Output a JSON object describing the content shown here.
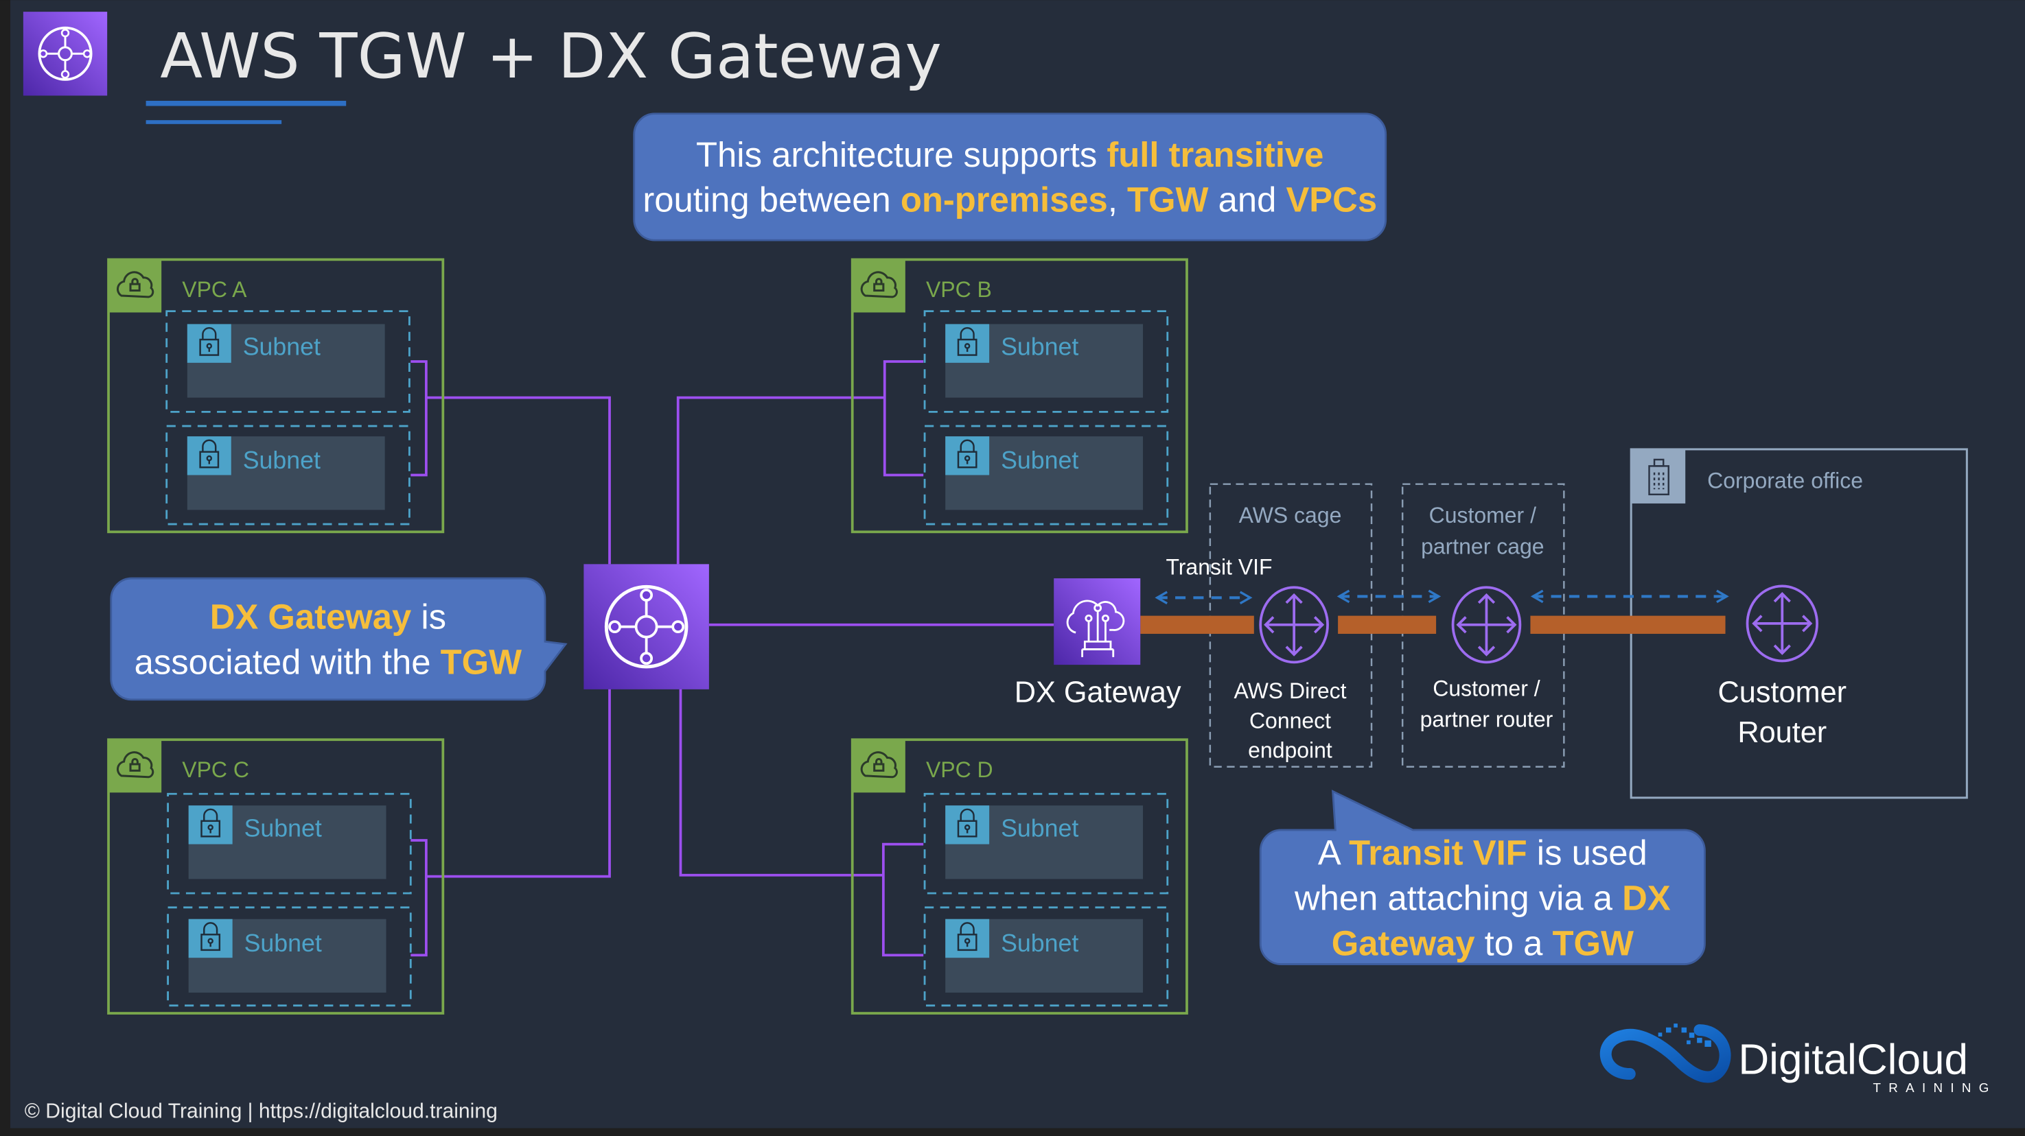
{
  "header": {
    "title": "AWS TGW + DX Gateway",
    "icon": "transit-gateway-icon"
  },
  "callouts": {
    "top": {
      "line1": [
        {
          "text": "This architecture supports ",
          "highlight": false
        },
        {
          "text": "full transitive",
          "highlight": true
        }
      ],
      "line2": [
        {
          "text": "routing between ",
          "highlight": false
        },
        {
          "text": "on-premises",
          "highlight": true
        },
        {
          "text": ", ",
          "highlight": false
        },
        {
          "text": "TGW",
          "highlight": true
        },
        {
          "text": " and ",
          "highlight": false
        },
        {
          "text": "VPCs",
          "highlight": true
        }
      ]
    },
    "left": {
      "line1": [
        {
          "text": "DX Gateway",
          "highlight": true
        },
        {
          "text": " is",
          "highlight": false
        }
      ],
      "line2": [
        {
          "text": "associated with the ",
          "highlight": false
        },
        {
          "text": "TGW",
          "highlight": true
        }
      ]
    },
    "bottom_right": {
      "line1": [
        {
          "text": "A ",
          "highlight": false
        },
        {
          "text": "Transit VIF",
          "highlight": true
        },
        {
          "text": " is used",
          "highlight": false
        }
      ],
      "line2": [
        {
          "text": "when attaching via a ",
          "highlight": false
        },
        {
          "text": "DX",
          "highlight": true
        }
      ],
      "line3": [
        {
          "text": "Gateway",
          "highlight": true
        },
        {
          "text": " to a ",
          "highlight": false
        },
        {
          "text": "TGW",
          "highlight": true
        }
      ]
    }
  },
  "vpcs": [
    {
      "name": "VPC A",
      "subnets": [
        "Subnet",
        "Subnet"
      ]
    },
    {
      "name": "VPC B",
      "subnets": [
        "Subnet",
        "Subnet"
      ]
    },
    {
      "name": "VPC C",
      "subnets": [
        "Subnet",
        "Subnet"
      ]
    },
    {
      "name": "VPC D",
      "subnets": [
        "Subnet",
        "Subnet"
      ]
    }
  ],
  "nodes": {
    "tgw": {
      "icon": "transit-gateway-icon"
    },
    "dx_gateway": {
      "label": "DX Gateway",
      "icon": "direct-connect-gateway-icon"
    },
    "transit_vif": {
      "label": "Transit VIF"
    },
    "aws_cage": {
      "label": "AWS cage"
    },
    "dx_endpoint": {
      "label_lines": [
        "AWS Direct",
        "Connect",
        "endpoint"
      ],
      "icon": "router-icon"
    },
    "partner_cage": {
      "label_lines": [
        "Customer /",
        "partner cage"
      ]
    },
    "partner_router": {
      "label_lines": [
        "Customer /",
        "partner router"
      ],
      "icon": "router-icon"
    },
    "corporate_office": {
      "label": "Corporate office",
      "icon": "office-building-icon"
    },
    "customer_router": {
      "label_lines": [
        "Customer",
        "Router"
      ],
      "icon": "router-icon"
    }
  },
  "footer": {
    "copyright": "© Digital Cloud Training  | https://digitalcloud.training",
    "logo_main": "DigitalCloud",
    "logo_sub": "TRAINING"
  },
  "colors": {
    "background": "#252d3b",
    "callout": "#4e73be",
    "highlight": "#f6be3b",
    "vpc_green": "#7aa84c",
    "subnet_blue": "#4da3c9",
    "purple_line": "#9d4ff0",
    "dx_link": "#b5602a",
    "vif_arrow": "#2f78c6",
    "aws_purple": "#7b45e0"
  }
}
